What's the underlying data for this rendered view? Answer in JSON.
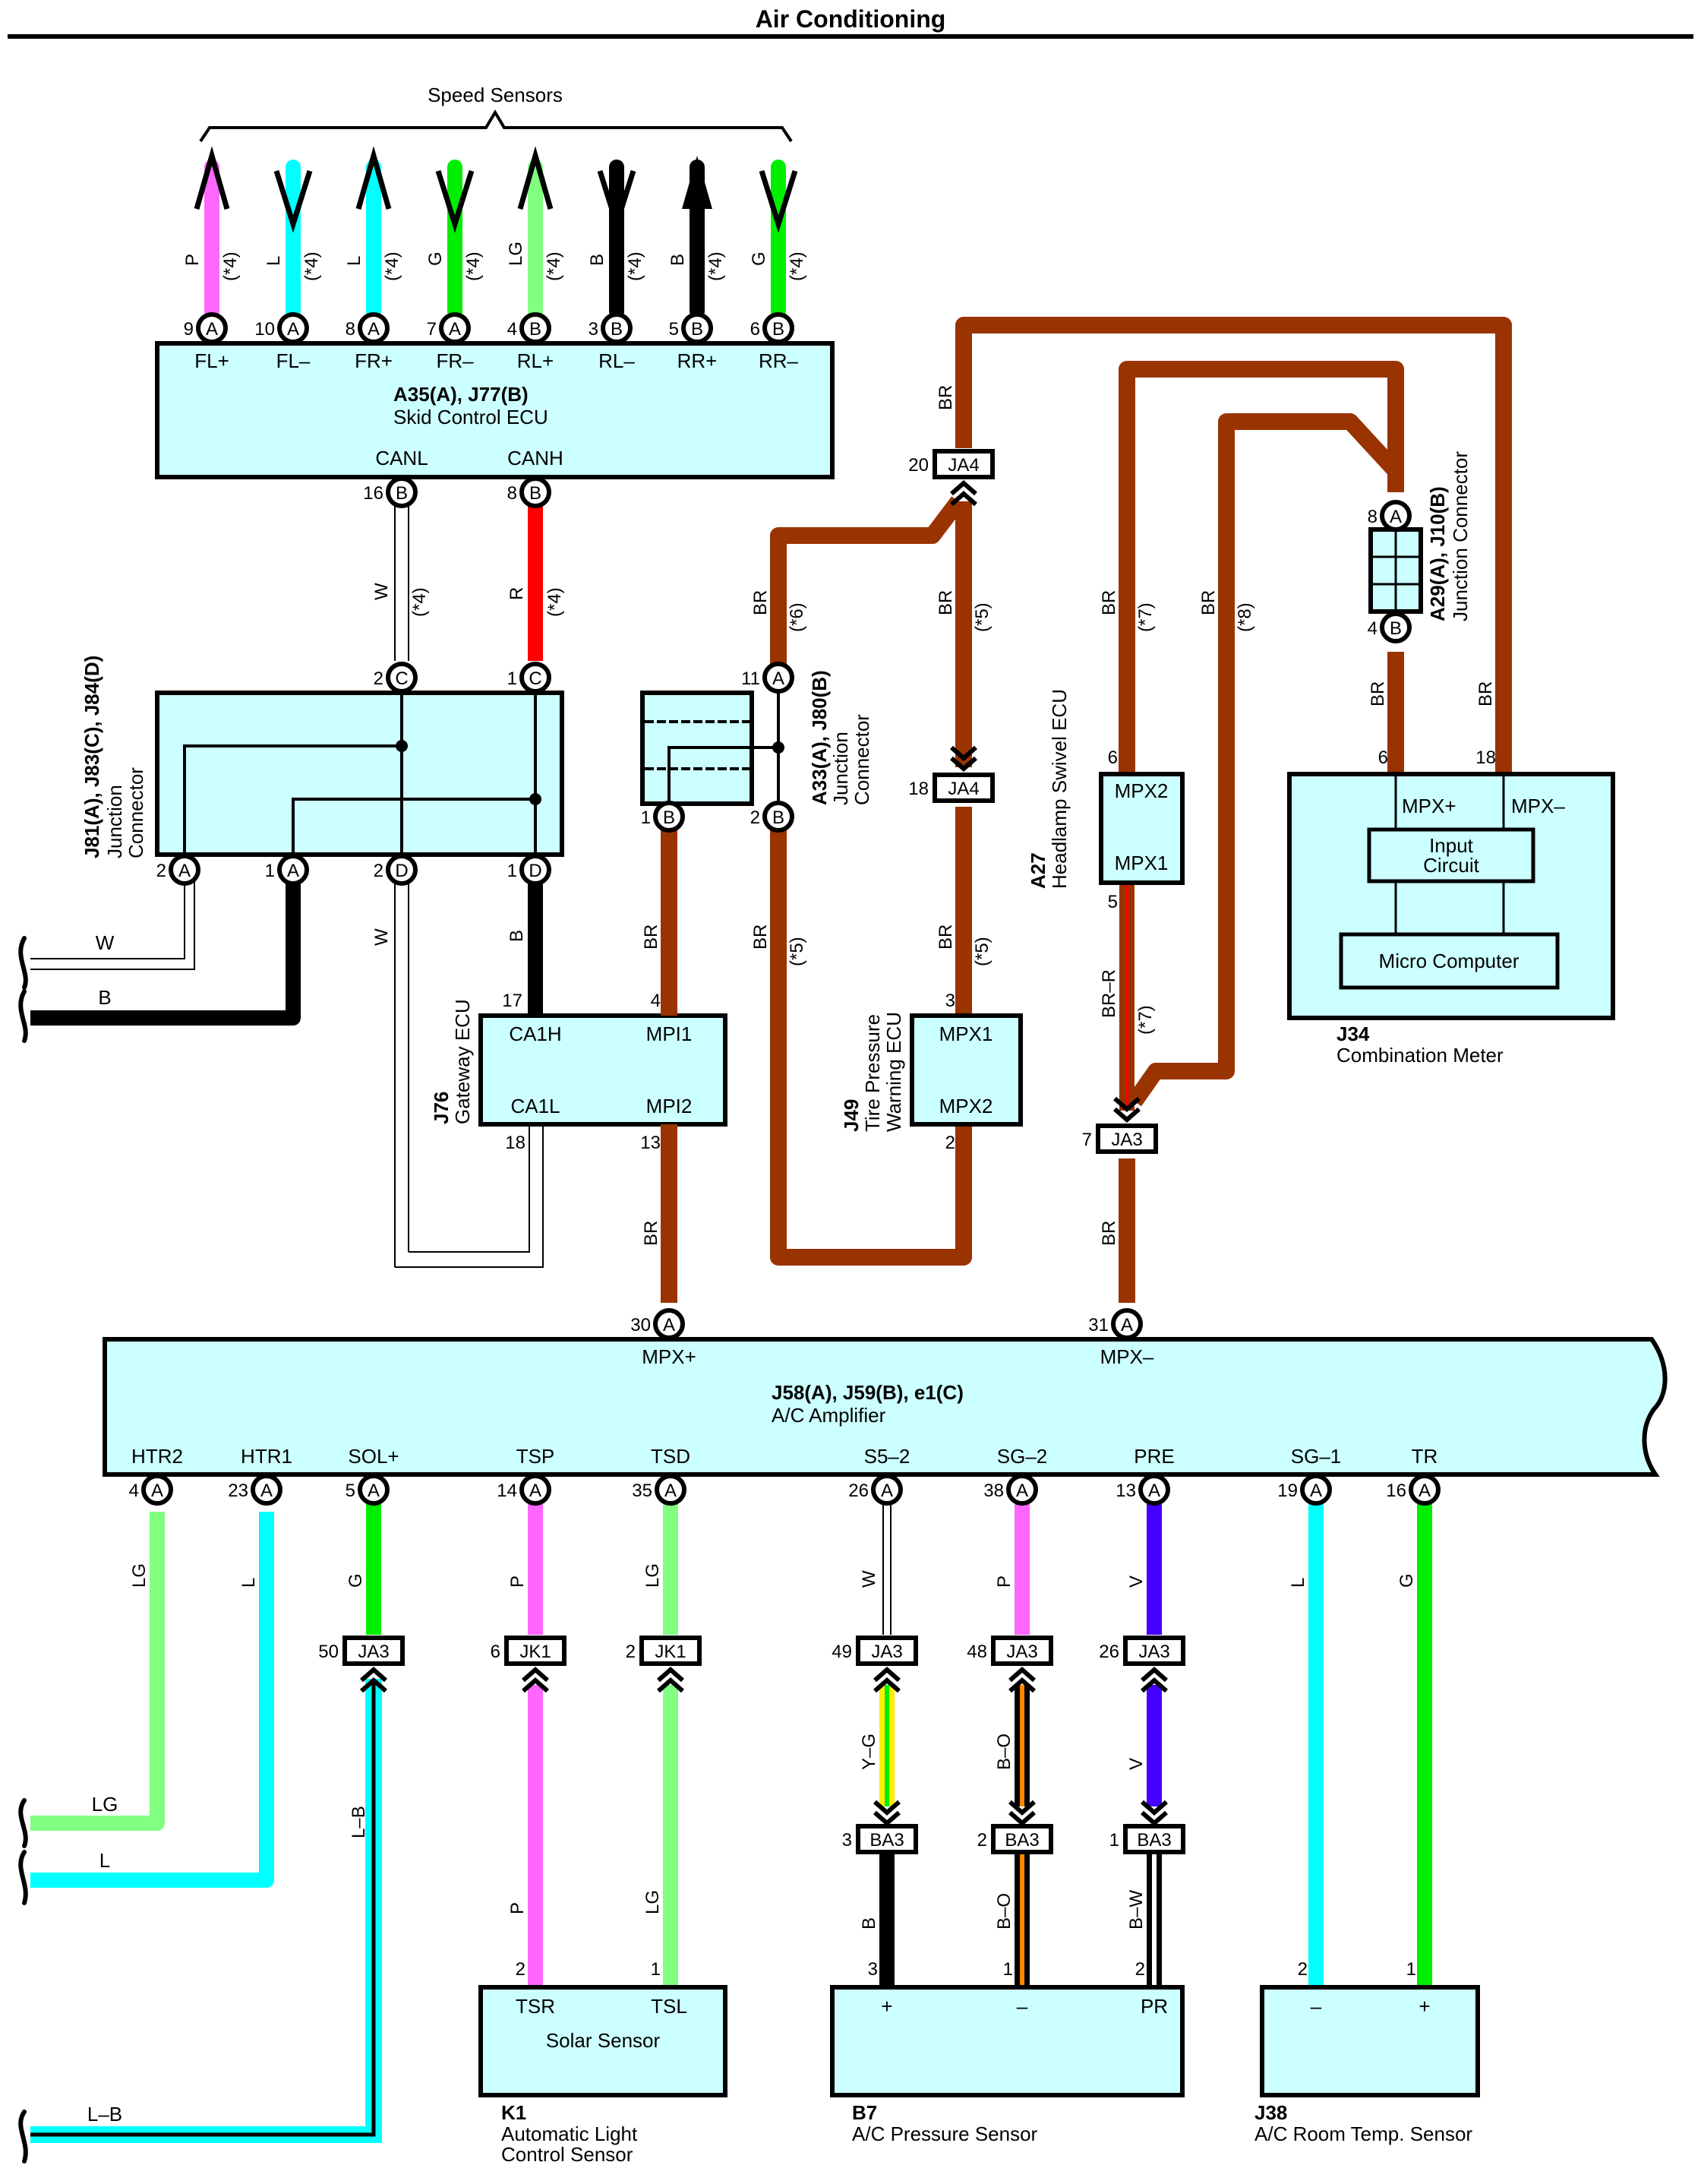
{
  "title": "Air Conditioning",
  "colors": {
    "box_fill": "#ccffff",
    "BR": "#993300",
    "P": "#ff66ff",
    "L": "#00ffff",
    "G": "#00ee00",
    "LG": "#80ff80",
    "B": "#000000",
    "R": "#ff0000",
    "V": "#4400ff",
    "W": "#ffffff",
    "Y": "#ffee00",
    "O": "#ff8800"
  },
  "speed_sensors": {
    "label": "Speed Sensors",
    "wires": [
      {
        "pin": "9",
        "conn": "A",
        "signal": "FL+",
        "color_code": "P",
        "note": "(*4)",
        "arrow": "up"
      },
      {
        "pin": "10",
        "conn": "A",
        "signal": "FL–",
        "color_code": "L",
        "note": "(*4)",
        "arrow": "down"
      },
      {
        "pin": "8",
        "conn": "A",
        "signal": "FR+",
        "color_code": "L",
        "note": "(*4)",
        "arrow": "up"
      },
      {
        "pin": "7",
        "conn": "A",
        "signal": "FR–",
        "color_code": "G",
        "note": "(*4)",
        "arrow": "down"
      },
      {
        "pin": "4",
        "conn": "B",
        "signal": "RL+",
        "color_code": "LG",
        "note": "(*4)",
        "arrow": "up"
      },
      {
        "pin": "3",
        "conn": "B",
        "signal": "RL–",
        "color_code": "B",
        "note": "(*4)",
        "arrow": "down"
      },
      {
        "pin": "5",
        "conn": "B",
        "signal": "RR+",
        "color_code": "B",
        "note": "(*4)",
        "arrow": "up"
      },
      {
        "pin": "6",
        "conn": "B",
        "signal": "RR–",
        "color_code": "G",
        "note": "(*4)",
        "arrow": "down"
      }
    ]
  },
  "skid_ecu": {
    "code": "A35(A), J77(B)",
    "name": "Skid Control ECU",
    "canl": {
      "signal": "CANL",
      "pin": "16",
      "conn": "B"
    },
    "canh": {
      "signal": "CANH",
      "pin": "8",
      "conn": "B"
    }
  },
  "can_wires": {
    "w": {
      "code": "W",
      "note": "(*4)"
    },
    "r": {
      "code": "R",
      "note": "(*4)"
    }
  },
  "j81": {
    "code": "J81(A), J83(C), J84(D)",
    "name_line1": "Junction",
    "name_line2": "Connector",
    "pins": {
      "c2": {
        "pin": "2",
        "conn": "C"
      },
      "c1": {
        "pin": "1",
        "conn": "C"
      },
      "a2": {
        "pin": "2",
        "conn": "A"
      },
      "a1": {
        "pin": "1",
        "conn": "A"
      },
      "d2": {
        "pin": "2",
        "conn": "D"
      },
      "d1": {
        "pin": "1",
        "conn": "D"
      }
    },
    "out_w": "W",
    "out_b": "B",
    "d2_wire": "W",
    "d1_wire": "B"
  },
  "gateway": {
    "code": "J76",
    "name": "Gateway ECU",
    "ca1h": "CA1H",
    "ca1h_pin": "17",
    "ca1l": "CA1L",
    "ca1l_pin": "18",
    "mpi1": "MPI1",
    "mpi1_pin": "4",
    "mpi2": "MPI2",
    "mpi2_pin": "13"
  },
  "a33": {
    "code": "A33(A), J80(B)",
    "name_line1": "Junction",
    "name_line2": "Connector",
    "a11": {
      "pin": "11",
      "conn": "A"
    },
    "b1": {
      "pin": "1",
      "conn": "B"
    },
    "b2": {
      "pin": "2",
      "conn": "B"
    },
    "top_wire": {
      "code": "BR",
      "note": "(*6)"
    },
    "b1_wire": "BR",
    "b2_wire": {
      "code": "BR",
      "note": "(*5)"
    }
  },
  "ja4": {
    "top": {
      "pin": "20",
      "name": "JA4"
    },
    "bottom": {
      "pin": "18",
      "name": "JA4"
    },
    "top_wire": "BR",
    "mid_wire": {
      "code": "BR",
      "note": "(*5)"
    },
    "low_wire": {
      "code": "BR",
      "note": "(*5)"
    }
  },
  "tire_ecu": {
    "code": "J49",
    "name_line1": "Tire Pressure",
    "name_line2": "Warning ECU",
    "mpx1": "MPX1",
    "mpx1_pin": "3",
    "mpx2": "MPX2",
    "mpx2_pin": "2"
  },
  "headlamp_ecu": {
    "code": "A27",
    "name": "Headlamp Swivel ECU",
    "mpx2": "MPX2",
    "mpx2_pin": "6",
    "mpx1": "MPX1",
    "mpx1_pin": "5",
    "top_wire": {
      "code": "BR",
      "note": "(*7)"
    },
    "low_wire": {
      "code": "BR–R",
      "note": "(*7)"
    },
    "wire8": {
      "code": "BR",
      "note": "(*8)"
    }
  },
  "a29": {
    "code": "A29(A), J10(B)",
    "name": "Junction Connector",
    "a8": {
      "pin": "8",
      "conn": "A"
    },
    "b4": {
      "pin": "4",
      "conn": "B"
    },
    "out_wire": "BR",
    "right_wire": "BR"
  },
  "combination_meter": {
    "code": "J34",
    "name": "Combination Meter",
    "mpx_plus": "MPX+",
    "mpx_plus_pin": "6",
    "mpx_minus": "MPX–",
    "mpx_minus_pin": "18",
    "input_circuit_l1": "Input",
    "input_circuit_l2": "Circuit",
    "micro_computer": "Micro Computer"
  },
  "ja3_mid": {
    "pin": "7",
    "name": "JA3",
    "wire": "BR"
  },
  "ac_amplifier": {
    "code": "J58(A), J59(B), e1(C)",
    "name": "A/C Amplifier",
    "top_pins": [
      {
        "pin": "30",
        "conn": "A",
        "signal": "MPX+",
        "wire": "BR"
      },
      {
        "pin": "31",
        "conn": "A",
        "signal": "MPX–",
        "wire": "BR"
      }
    ],
    "bottom_pins": [
      {
        "pin": "4",
        "conn": "A",
        "signal": "HTR2",
        "wire": "LG"
      },
      {
        "pin": "23",
        "conn": "A",
        "signal": "HTR1",
        "wire": "L"
      },
      {
        "pin": "5",
        "conn": "A",
        "signal": "SOL+",
        "wire": "G"
      },
      {
        "pin": "14",
        "conn": "A",
        "signal": "TSP",
        "wire": "P"
      },
      {
        "pin": "35",
        "conn": "A",
        "signal": "TSD",
        "wire": "LG"
      },
      {
        "pin": "26",
        "conn": "A",
        "signal": "S5–2",
        "wire": "W"
      },
      {
        "pin": "38",
        "conn": "A",
        "signal": "SG–2",
        "wire": "P"
      },
      {
        "pin": "13",
        "conn": "A",
        "signal": "PRE",
        "wire": "V"
      },
      {
        "pin": "19",
        "conn": "A",
        "signal": "SG–1",
        "wire": "L"
      },
      {
        "pin": "16",
        "conn": "A",
        "signal": "TR",
        "wire": "G"
      }
    ]
  },
  "left_exits": {
    "lg": "LG",
    "l": "L",
    "lb": "L–B",
    "lb_vertical": "L–B"
  },
  "junctions_row1": [
    {
      "pin": "50",
      "name": "JA3"
    },
    {
      "pin": "6",
      "name": "JK1"
    },
    {
      "pin": "2",
      "name": "JK1"
    },
    {
      "pin": "49",
      "name": "JA3"
    },
    {
      "pin": "48",
      "name": "JA3"
    },
    {
      "pin": "26",
      "name": "JA3"
    }
  ],
  "junctions_row2": [
    {
      "pin": "3",
      "name": "BA3"
    },
    {
      "pin": "2",
      "name": "BA3"
    },
    {
      "pin": "1",
      "name": "BA3"
    }
  ],
  "mid_wires": [
    "Y–G",
    "B–O",
    "V"
  ],
  "low_wires": [
    "B",
    "B–O",
    "B–W"
  ],
  "solar_sensor": {
    "code": "K1",
    "name_line1": "Automatic Light",
    "name_line2": "Control Sensor",
    "inner": "Solar Sensor",
    "tsr": "TSR",
    "tsr_pin": "2",
    "tsr_wire": "P",
    "tsl": "TSL",
    "tsl_pin": "1",
    "tsl_wire": "LG"
  },
  "pressure_sensor": {
    "code": "B7",
    "name": "A/C Pressure Sensor",
    "plus": "+",
    "plus_pin": "3",
    "minus": "–",
    "minus_pin": "1",
    "pr": "PR",
    "pr_pin": "2"
  },
  "room_temp_sensor": {
    "code": "J38",
    "name": "A/C Room Temp.  Sensor",
    "minus": "–",
    "minus_pin": "2",
    "minus_wire": "L",
    "plus": "+",
    "plus_pin": "1",
    "plus_wire": "G"
  }
}
